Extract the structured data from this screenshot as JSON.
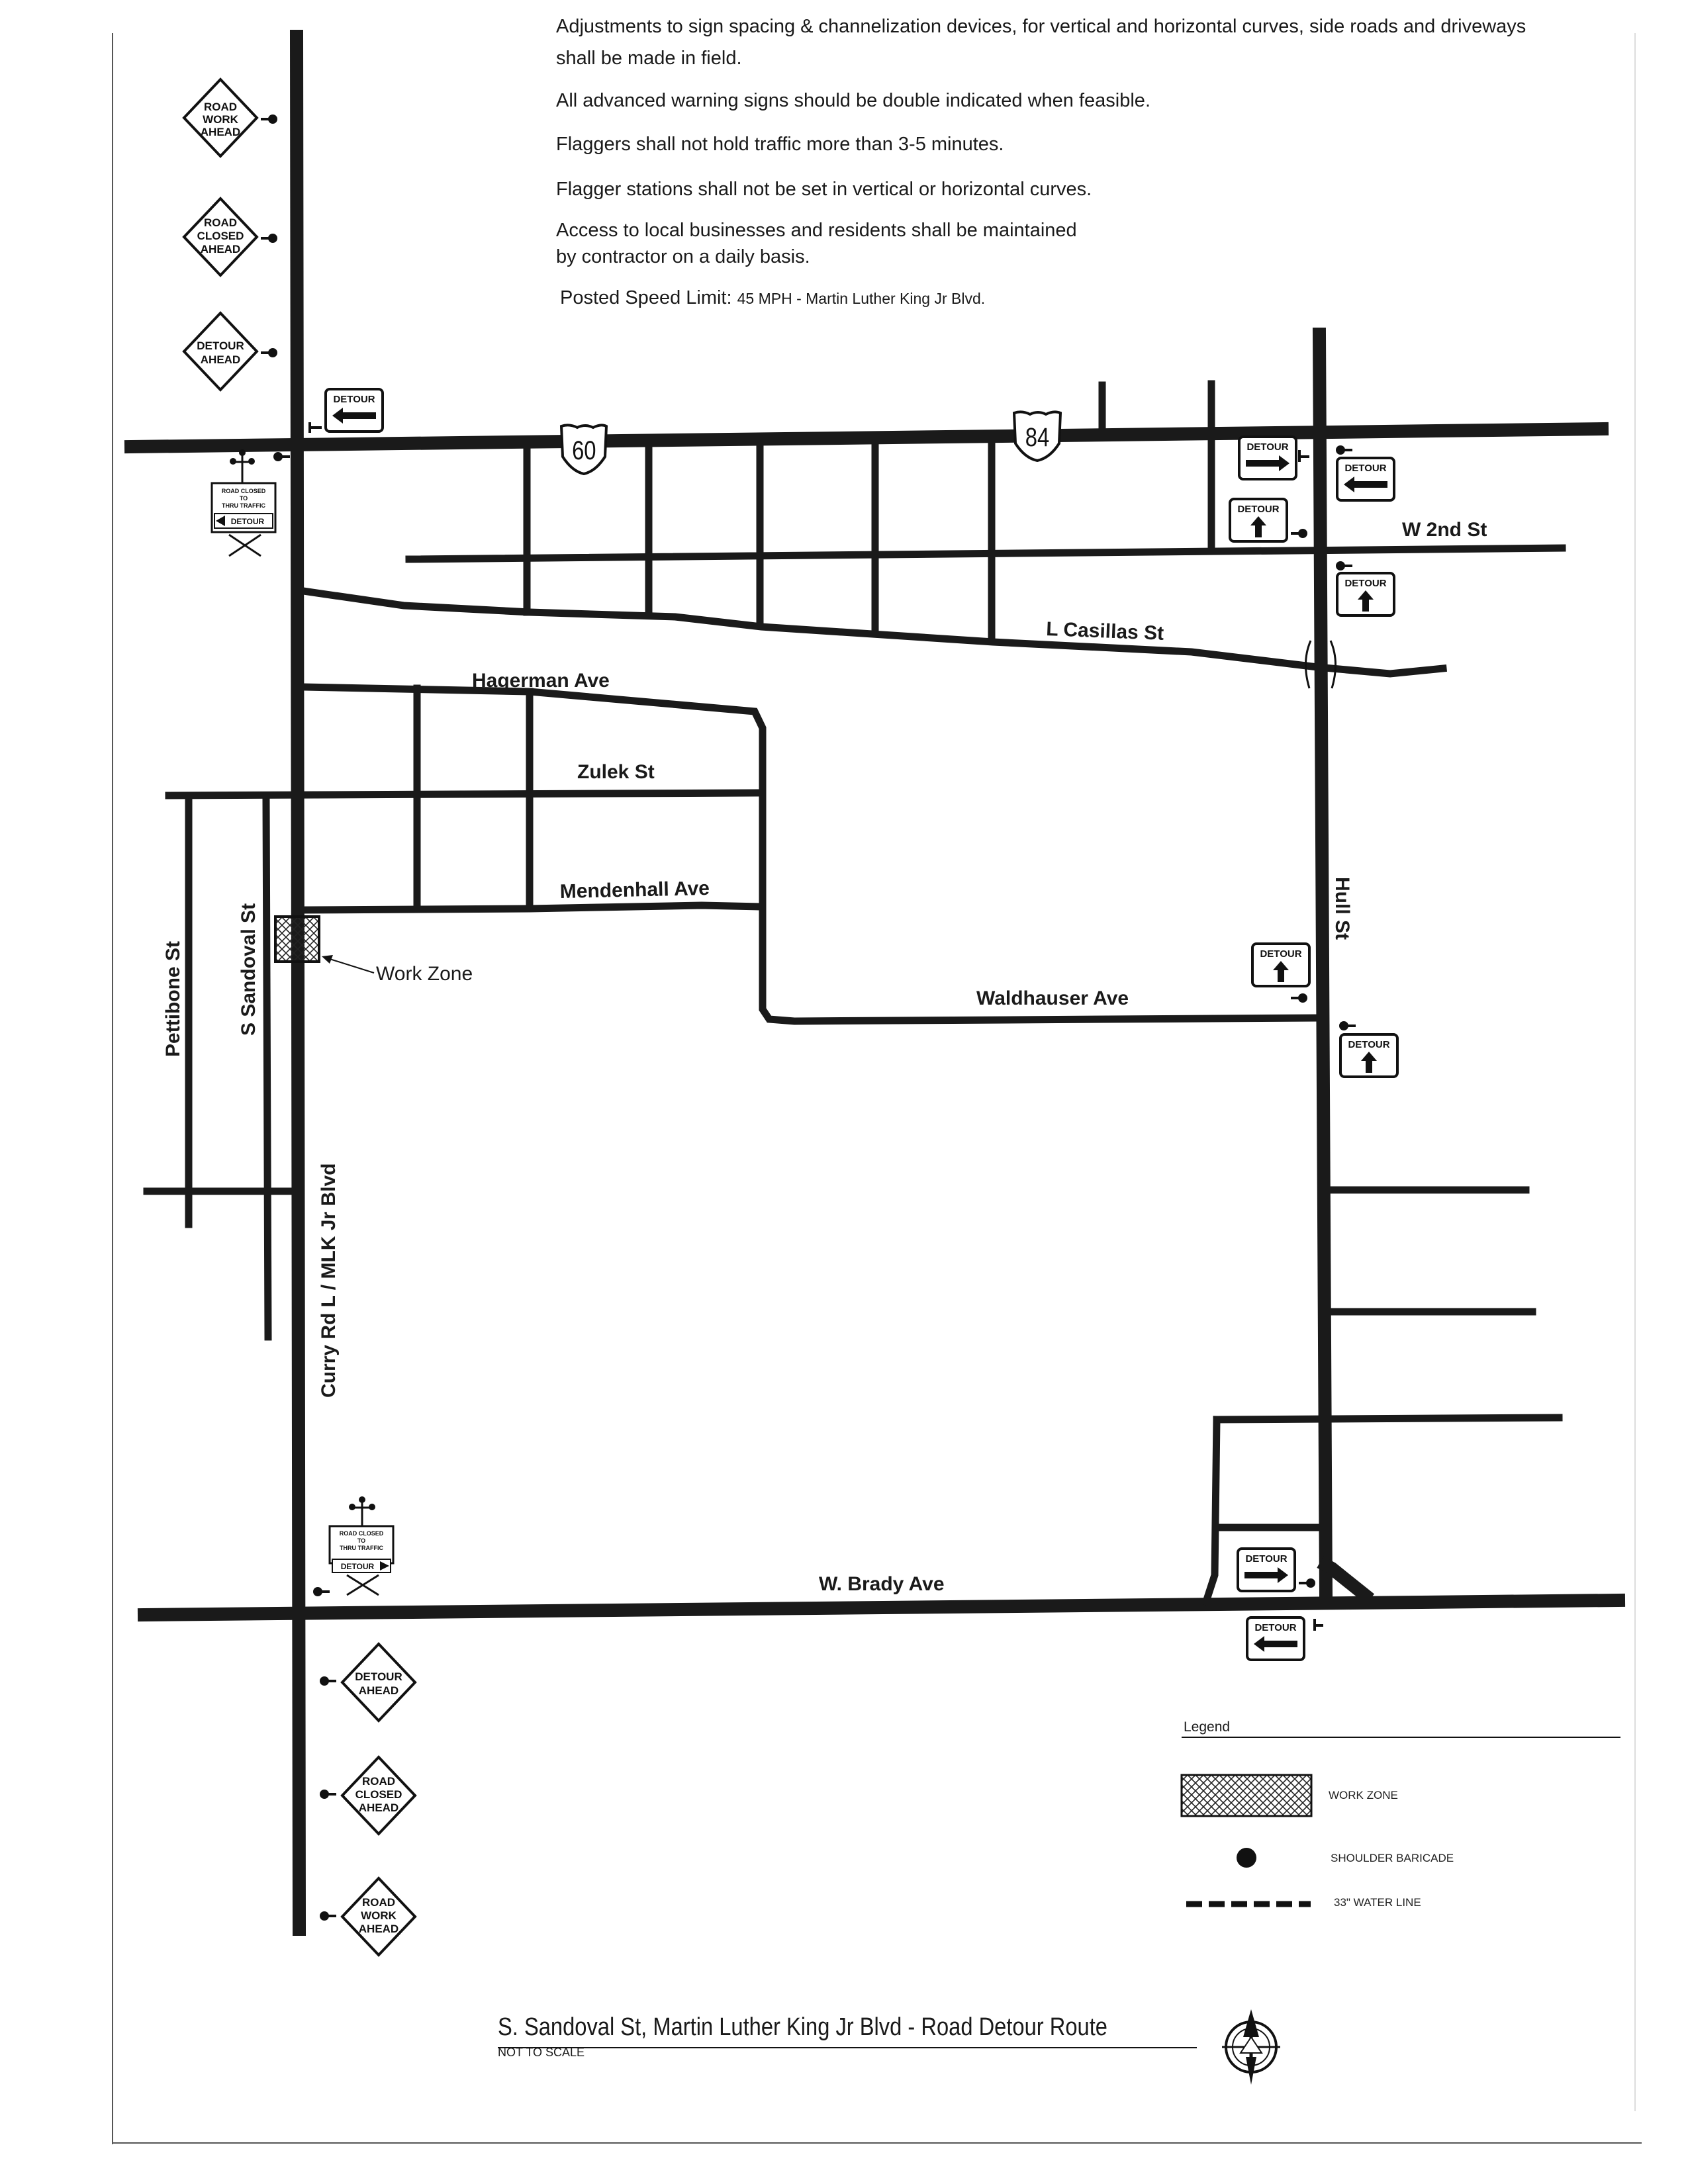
{
  "notes": [
    "Adjustments to sign spacing & channelization devices, for vertical and horizontal curves, side roads and driveways",
    "shall be made in field.",
    "All advanced warning signs should be double indicated when feasible.",
    "Flaggers shall not hold traffic more than 3-5 minutes.",
    "Flagger stations shall not be set in vertical or horizontal curves.",
    "Access to local businesses and residents shall be maintained",
    "by contractor on a daily basis."
  ],
  "speed_limit": {
    "label": "Posted Speed Limit:",
    "value": "45 MPH - Martin Luther King Jr Blvd."
  },
  "streets": {
    "hagerman": "Hagerman Ave",
    "zulek": "Zulek St",
    "mendenhall": "Mendenhall Ave",
    "casillas": "L Casillas St",
    "w2nd": "W 2nd St",
    "waldhauser": "Waldhauser Ave",
    "brady": "W. Brady Ave",
    "hull": "Hull St",
    "pettibone": "Pettibone St",
    "sandoval": "S Sandoval St",
    "curry": "Curry Rd L / MLK Jr Blvd"
  },
  "route_shields": [
    "60",
    "84"
  ],
  "warning_signs": {
    "road_work": [
      "ROAD",
      "WORK",
      "AHEAD"
    ],
    "road_closed": [
      "ROAD",
      "CLOSED",
      "AHEAD"
    ],
    "detour_ahead": [
      "DETOUR",
      "AHEAD"
    ]
  },
  "detour_sign_label": "DETOUR",
  "barricade_sign": [
    "ROAD CLOSED",
    "TO",
    "THRU TRAFFIC",
    "DETOUR"
  ],
  "work_zone_label": "Work Zone",
  "legend": {
    "title": "Legend",
    "work_zone": "WORK ZONE",
    "shoulder_barricade": "SHOULDER BARICADE",
    "water_line": "33\" WATER LINE"
  },
  "map_title": "S. Sandoval St, Martin Luther King Jr Blvd - Road Detour Route",
  "scale_note": "NOT TO SCALE",
  "colors": {
    "ink": "#1a1a1a",
    "paper": "#ffffff"
  }
}
